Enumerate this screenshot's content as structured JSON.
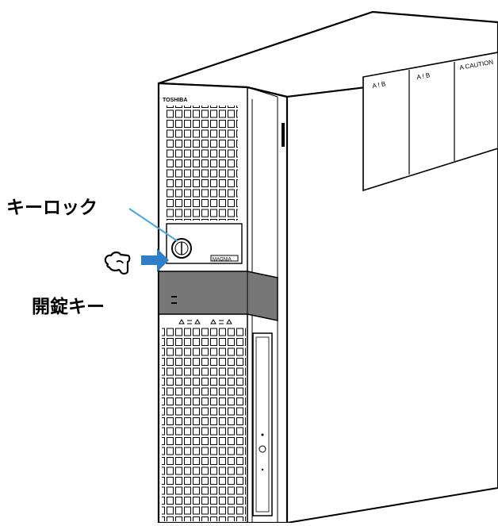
{
  "callouts": {
    "key_lock": "キーロック",
    "unlock_key": "開錠キー"
  },
  "device": {
    "brand": "TOSHIBA",
    "model_plate": "MAGNIA",
    "labels": [
      "A ! B",
      "A ! B",
      "A CAUTION"
    ]
  },
  "colors": {
    "arrow": "#2f7fc8",
    "key_lock_line": "#4aa8e0",
    "bezel_band": "#777777",
    "outline": "#000000"
  }
}
